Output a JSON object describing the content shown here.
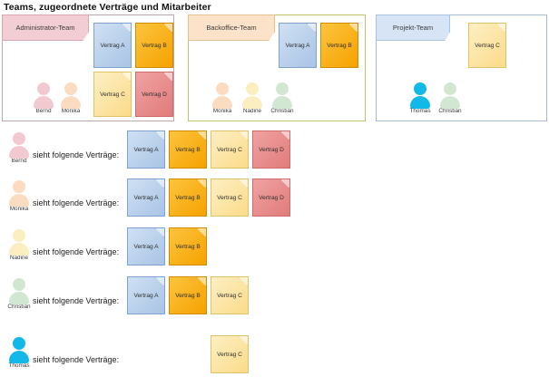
{
  "page": {
    "title": "Teams, zugeordnete Verträge und Mitarbeiter",
    "sees_label": "sieht folgende Verträge:"
  },
  "colors": {
    "contract_a": "#a9c4e5",
    "contract_b": "#f6a200",
    "contract_c": "#fbdb8a",
    "contract_d": "#e17b7b",
    "person_bernd": "#f3c9d1",
    "person_monika": "#fbdcc0",
    "person_nadine": "#fbeec0",
    "person_christian": "#d2e7d2",
    "person_thomas": "#12b9e8",
    "team_admin_tag": "#f2ced4",
    "team_backoffice_tag": "#fbe2c8",
    "team_projekt_tag": "#d6e4f5",
    "team_admin_border": "#bda9ad",
    "team_backoffice_border": "#c5c36a",
    "team_projekt_border": "#a8bcd8"
  },
  "teams": [
    {
      "name": "Administrator-Team",
      "contracts": [
        {
          "label": "Vertrag A",
          "color": "blue"
        },
        {
          "label": "Vertrag B",
          "color": "orange"
        },
        {
          "label": "Vertrag C",
          "color": "yellow"
        },
        {
          "label": "Vertrag D",
          "color": "red"
        }
      ],
      "members": [
        {
          "name": "Bernd",
          "color": "pink"
        },
        {
          "name": "Monika",
          "color": "peach"
        }
      ]
    },
    {
      "name": "Backoffice-Team",
      "contracts": [
        {
          "label": "Vertrag A",
          "color": "blue"
        },
        {
          "label": "Vertrag B",
          "color": "orange"
        }
      ],
      "members": [
        {
          "name": "Monika",
          "color": "peach"
        },
        {
          "name": "Nadine",
          "color": "yellow"
        },
        {
          "name": "Christian",
          "color": "green"
        }
      ]
    },
    {
      "name": "Projekt-Team",
      "contracts": [
        {
          "label": "Vertrag C",
          "color": "yellow"
        }
      ],
      "members": [
        {
          "name": "Thomas",
          "color": "cyan"
        },
        {
          "name": "Christian",
          "color": "green"
        }
      ]
    }
  ],
  "rows": [
    {
      "person": {
        "name": "Bernd",
        "color": "pink"
      },
      "contracts": [
        {
          "label": "Vertrag A",
          "color": "blue",
          "col": 0
        },
        {
          "label": "Vertrag B",
          "color": "orange",
          "col": 1
        },
        {
          "label": "Vertrag C",
          "color": "yellow",
          "col": 2
        },
        {
          "label": "Vertrag D",
          "color": "red",
          "col": 3
        }
      ]
    },
    {
      "person": {
        "name": "Monika",
        "color": "peach"
      },
      "contracts": [
        {
          "label": "Vertrag A",
          "color": "blue",
          "col": 0
        },
        {
          "label": "Vertrag B",
          "color": "orange",
          "col": 1
        },
        {
          "label": "Vertrag C",
          "color": "yellow",
          "col": 2
        },
        {
          "label": "Vertrag D",
          "color": "red",
          "col": 3
        }
      ]
    },
    {
      "person": {
        "name": "Nadine",
        "color": "yellow"
      },
      "contracts": [
        {
          "label": "Vertrag A",
          "color": "blue",
          "col": 0
        },
        {
          "label": "Vertrag B",
          "color": "orange",
          "col": 1
        }
      ]
    },
    {
      "person": {
        "name": "Christian",
        "color": "green"
      },
      "contracts": [
        {
          "label": "Vertrag A",
          "color": "blue",
          "col": 0
        },
        {
          "label": "Vertrag B",
          "color": "orange",
          "col": 1
        },
        {
          "label": "Vertrag C",
          "color": "yellow",
          "col": 2
        }
      ]
    },
    {
      "person": {
        "name": "Thomas",
        "color": "cyan"
      },
      "contracts": [
        {
          "label": "Vertrag C",
          "color": "yellow",
          "col": 2
        }
      ]
    }
  ]
}
